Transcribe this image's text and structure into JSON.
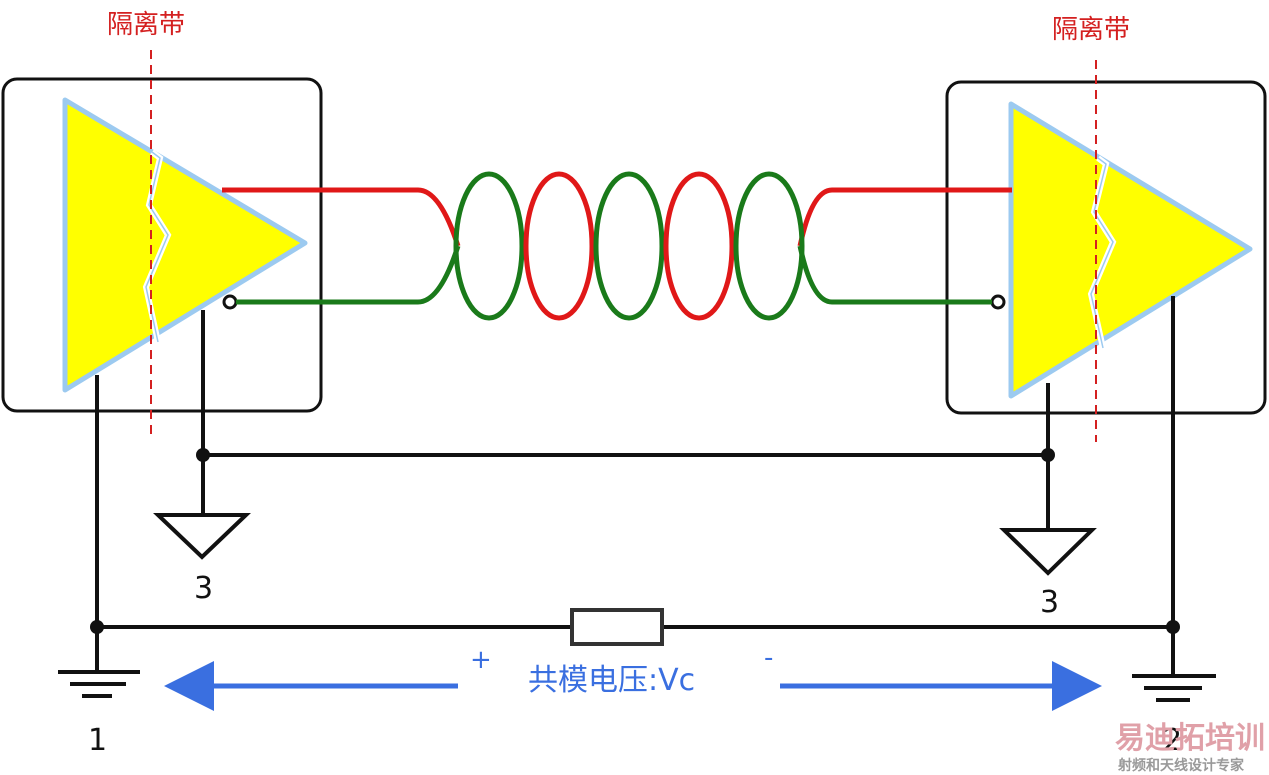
{
  "labels": {
    "isolation_left": "隔离带",
    "isolation_right": "隔离带",
    "ground_left": "1",
    "ground_right": "2",
    "signal_ground_left": "3",
    "signal_ground_right": "3",
    "common_mode": "共模电压:Vc",
    "plus": "+",
    "minus": "-"
  },
  "watermark": {
    "logo": "易迪拓培训",
    "tagline": "射频和天线设计专家"
  },
  "colors": {
    "wire_red": "#e01818",
    "wire_green": "#1a7a1a",
    "amp_fill": "#ffff00",
    "amp_edge": "#9ccaf0",
    "isolation_line": "#d42020",
    "arrow_blue": "#3a6fe0",
    "frame": "#111111"
  }
}
